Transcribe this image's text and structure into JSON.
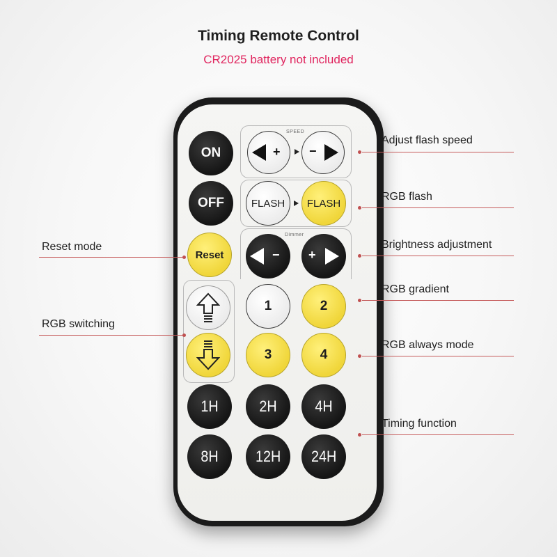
{
  "header": {
    "title": "Timing Remote Control",
    "subtitle": "CR2025 battery not included"
  },
  "remote": {
    "speed_label": "SPEED",
    "dimmer_label": "Dimmer",
    "buttons": {
      "on": "ON",
      "off": "OFF",
      "reset": "Reset",
      "flash_white": "FLASH",
      "flash_yellow": "FLASH",
      "mode_1": "1",
      "mode_2": "2",
      "mode_3": "3",
      "mode_4": "4",
      "timer_1h": "1H",
      "timer_2h": "2H",
      "timer_4h": "4H",
      "timer_8h": "8H",
      "timer_12h": "12H",
      "timer_24h": "24H"
    }
  },
  "callouts": {
    "adjust_flash_speed": "Adjust flash speed",
    "rgb_flash": "RGB flash",
    "reset_mode": "Reset mode",
    "brightness_adjustment": "Brightness adjustment",
    "rgb_gradient": "RGB gradient",
    "rgb_switching": "RGB switching",
    "rgb_always_mode": "RGB always mode",
    "timing_function": "Timing function"
  },
  "colors": {
    "accent_subtitle": "#e0245e",
    "button_yellow": "#f0d63a",
    "button_black": "#151515",
    "remote_body": "#1b1b1b",
    "callout_line": "#c55a5a"
  }
}
